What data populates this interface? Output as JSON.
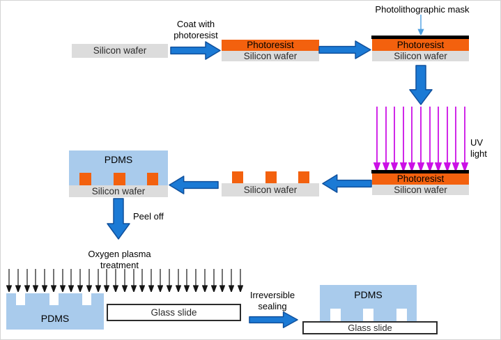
{
  "figure": {
    "type": "process-flow-diagram",
    "subject": "PDMS microfluidic device fabrication by photolithography and soft lithography"
  },
  "colors": {
    "photoresist_orange": "#F3610E",
    "wafer_gray": "#DCDCDC",
    "pdms_blue": "#A9CBEC",
    "arrow_blue": "#1B7AD5",
    "arrow_blue_border": "#10509C",
    "pointer_blue": "#4C9FE0",
    "uv_magenta": "#CB10E6",
    "mask_black": "#000000",
    "plasma_black": "#151515",
    "glass_border": "#2b2b2b",
    "text_black": "#1a1a1a"
  },
  "labels": {
    "silicon_wafer": "Silicon wafer",
    "photoresist": "Photoresist",
    "pdms": "PDMS",
    "glass_slide": "Glass slide",
    "coat_with_photoresist": "Coat with photoresist",
    "photolithographic_mask": "Photolithographic mask",
    "uv_light": "UV light",
    "peel_off": "Peel off",
    "oxygen_plasma_treatment": "Oxygen plasma treatment",
    "irreversible_sealing": "Irreversible sealing"
  },
  "uv_light": {
    "ray_count": 11
  },
  "plasma": {
    "ray_count": 27
  },
  "features": {
    "photoresist_islands": 3,
    "pdms_channels": 3
  }
}
